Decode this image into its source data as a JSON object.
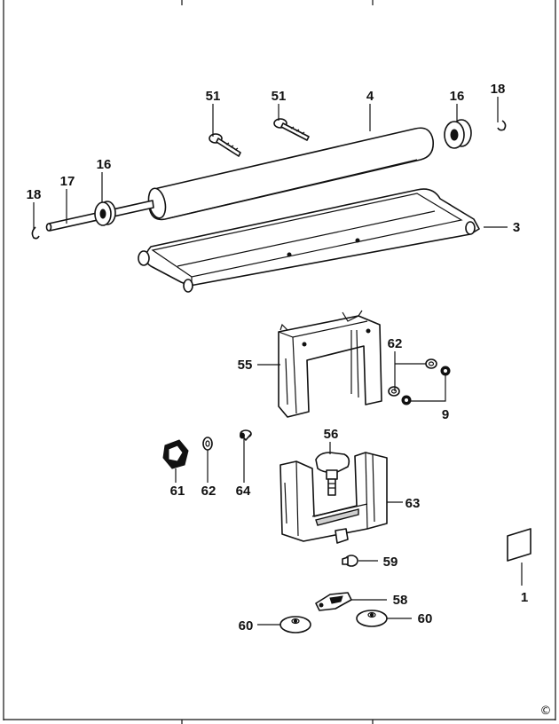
{
  "labels": {
    "p51a": "51",
    "p51b": "51",
    "p4": "4",
    "p16a": "16",
    "p18a": "18",
    "p18b": "18",
    "p17": "17",
    "p16b": "16",
    "p3": "3",
    "p62a": "62",
    "p55": "55",
    "p9": "9",
    "p56": "56",
    "p61": "61",
    "p62b": "62",
    "p64": "64",
    "p63": "63",
    "p1": "1",
    "p59": "59",
    "p58": "58",
    "p60a": "60",
    "p60b": "60"
  },
  "copyright": "©"
}
